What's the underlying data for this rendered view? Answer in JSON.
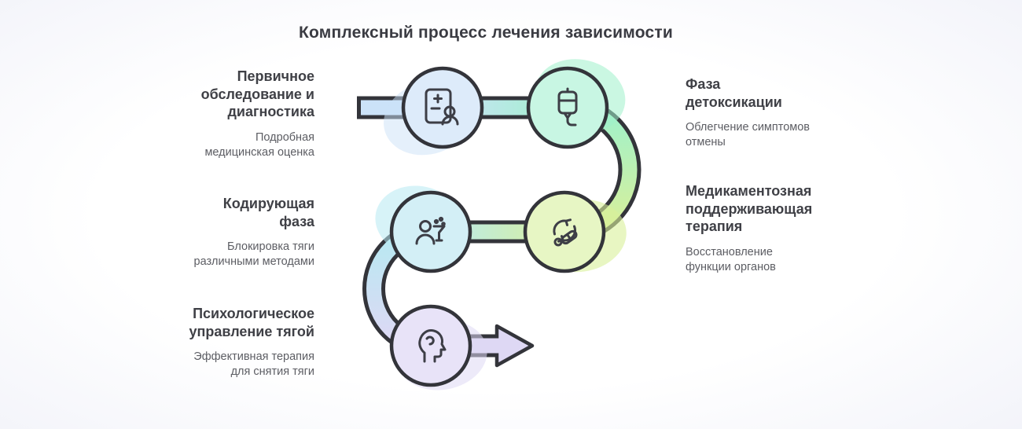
{
  "title": "Комплексный процесс лечения зависимости",
  "steps": [
    {
      "title": "Первичное обследование и диагностика",
      "subtitle": "Подробная медицинская оценка",
      "side": "left",
      "icon": "medical-report-icon",
      "color": "#cbe2f8",
      "node_fill": "#ddebfa"
    },
    {
      "title": "Фаза детоксикации",
      "subtitle": "Облегчение симптомов отмены",
      "side": "right",
      "icon": "iv-drip-icon",
      "color": "#9ff1cb",
      "node_fill": "#c8f6e3"
    },
    {
      "title": "Медикаментозная поддерживающая терапия",
      "subtitle": "Восстановление функции органов",
      "side": "right",
      "icon": "medication-cycle-icon",
      "color": "#d9f09a",
      "node_fill": "#e7f6c4"
    },
    {
      "title": "Кодирующая фаза",
      "subtitle": "Блокировка тяги различными методами",
      "side": "left",
      "icon": "patient-counseling-icon",
      "color": "#b7e9f2",
      "node_fill": "#d3eff6"
    },
    {
      "title": "Психологическое управление тягой",
      "subtitle": "Эффективная терапия для снятия тяги",
      "side": "left",
      "icon": "mind-management-icon",
      "color": "#ded8f4",
      "node_fill": "#e8e3f8"
    }
  ],
  "colors": {
    "outline": "#33343a",
    "icon": "#3d3e46",
    "heading": "#3f4046",
    "subtitle_text": "#5c5d63",
    "background_edge": "#f1f2f9",
    "background_center": "#ffffff"
  }
}
